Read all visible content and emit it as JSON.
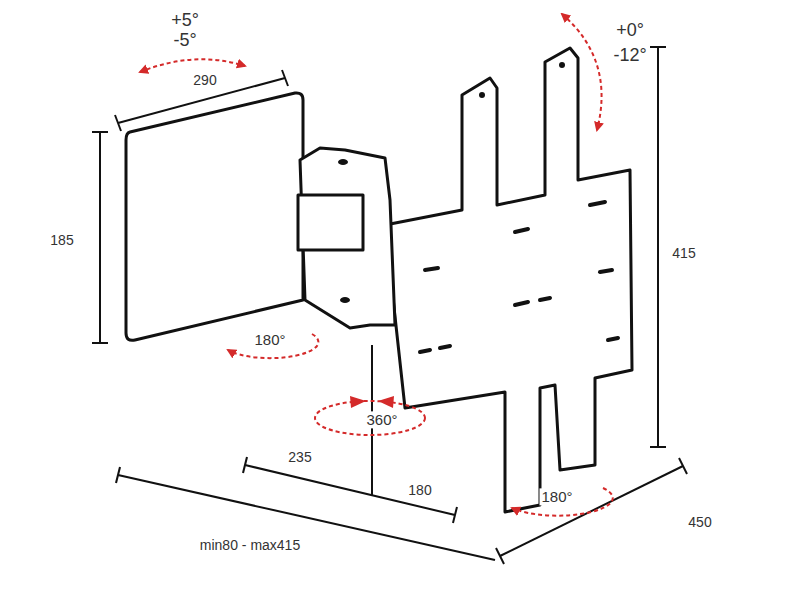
{
  "diagram": {
    "labels": [
      "+5°",
      "-5°",
      "+0°",
      "-12°",
      "290",
      "185",
      "415",
      "180°",
      "360°",
      "235",
      "180",
      "180°",
      "450",
      "min80 - max415"
    ]
  }
}
